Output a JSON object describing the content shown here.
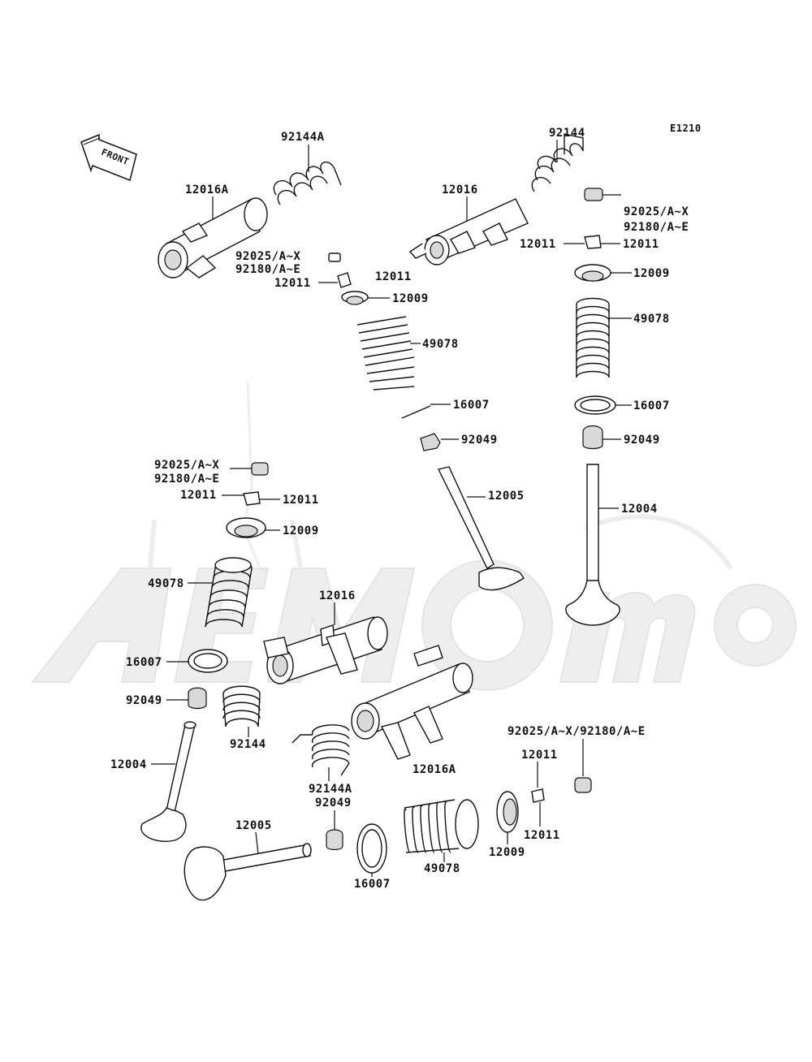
{
  "diagram_code": "E1210",
  "front_label": "FRONT",
  "labels": {
    "l_92144A_top": "92144A",
    "l_12016A_top": "12016A",
    "l_92025_tl": "92025/A~X",
    "l_92180_tl": "92180/A~E",
    "l_12011_tl": "12011",
    "l_12011_tc": "12011",
    "l_12009_tc": "12009",
    "l_49078_tc": "49078",
    "l_16007_tc": "16007",
    "l_92049_tc": "92049",
    "l_12005_tc": "12005",
    "l_92144_tr": "92144",
    "l_12016_tr": "12016",
    "l_92025_tr": "92025/A~X",
    "l_92180_tr": "92180/A~E",
    "l_12011_trl": "12011",
    "l_12011_trr": "12011",
    "l_12009_tr": "12009",
    "l_49078_tr": "49078",
    "l_16007_tr": "16007",
    "l_92049_tr": "92049",
    "l_12004_tr": "12004",
    "l_92025_ml": "92025/A~X",
    "l_92180_ml": "92180/A~E",
    "l_12011_mll": "12011",
    "l_12011_mlr": "12011",
    "l_12009_ml": "12009",
    "l_49078_ml": "49078",
    "l_12016_mid": "12016",
    "l_16007_ml": "16007",
    "l_92049_ml": "92049",
    "l_92144_ml": "92144",
    "l_12004_bl": "12004",
    "l_92144A_b": "92144A",
    "l_92049_b": "92049",
    "l_12016A_b": "12016A",
    "l_12005_b": "12005",
    "l_16007_b": "16007",
    "l_49078_b": "49078",
    "l_12009_br": "12009",
    "l_12011_bra": "12011",
    "l_12011_brb": "12011",
    "l_92025_br": "92025/A~X/92180/A~E"
  }
}
